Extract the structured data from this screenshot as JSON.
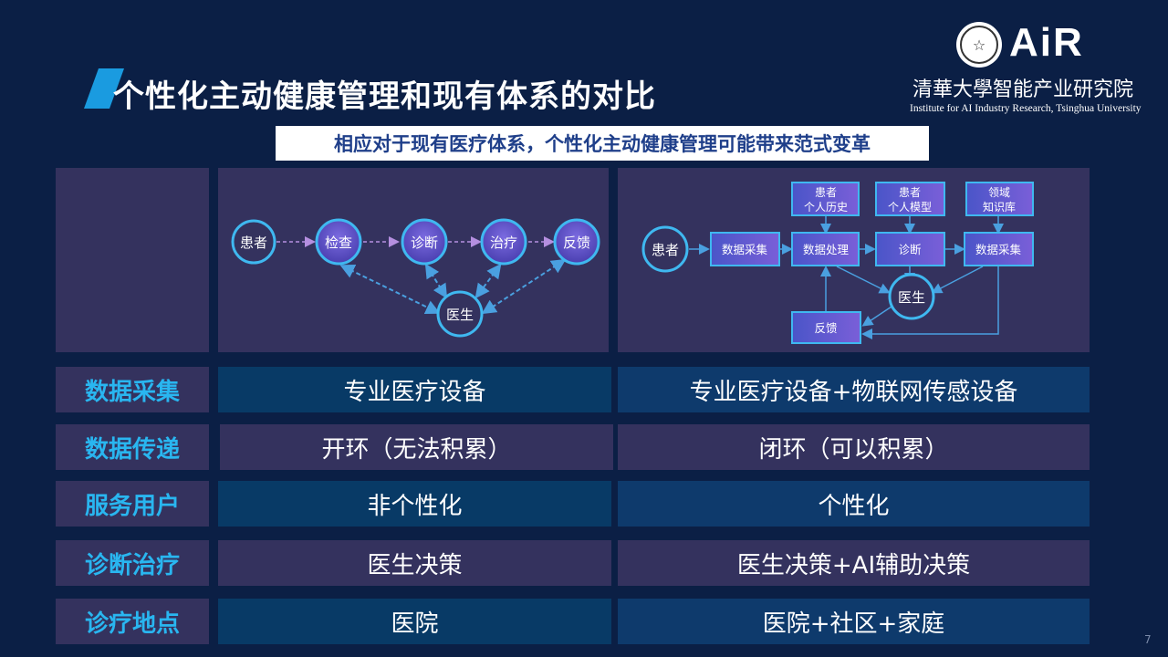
{
  "header": {
    "title": "个性化主动健康管理和现有体系的对比",
    "subtitle": "相应对于现有医疗体系，个性化主动健康管理可能带来范式变革"
  },
  "logo": {
    "air": "AiR",
    "institute_cn": "清華大學智能产业研究院",
    "institute_en": "Institute for AI Industry Research, Tsinghua University"
  },
  "left_diagram": {
    "nodes": {
      "patient": "患者",
      "exam": "检查",
      "diagnosis": "诊断",
      "treatment": "治疗",
      "feedback": "反馈",
      "doctor": "医生"
    }
  },
  "right_diagram": {
    "nodes": {
      "patient": "患者",
      "collect1": "数据采集",
      "process": "数据处理",
      "diagnosis": "诊断",
      "collect2": "数据采集",
      "history_l1": "患者",
      "history_l2": "个人历史",
      "model_l1": "患者",
      "model_l2": "个人模型",
      "kb_l1": "领域",
      "kb_l2": "知识库",
      "doctor": "医生",
      "feedback": "反馈"
    }
  },
  "table": {
    "rows": [
      {
        "label": "数据采集",
        "current": "专业医疗设备",
        "new": "专业医疗设备+物联网传感设备"
      },
      {
        "label": "数据传递",
        "current": "开环（无法积累）",
        "new": "闭环（可以积累）"
      },
      {
        "label": "服务用户",
        "current": "非个性化",
        "new": "个性化"
      },
      {
        "label": "诊断治疗",
        "current": "医生决策",
        "new": "医生决策+AI辅助决策"
      },
      {
        "label": "诊疗地点",
        "current": "医院",
        "new": "医院+社区+家庭"
      }
    ]
  },
  "page_number": "7",
  "colors": {
    "background": "#0b1f45",
    "accent": "#1a9be0",
    "label_text": "#29b6f0",
    "panel": "#34325e",
    "node_fill": "#5b4fc0",
    "node_stroke": "#3fb8f0"
  }
}
